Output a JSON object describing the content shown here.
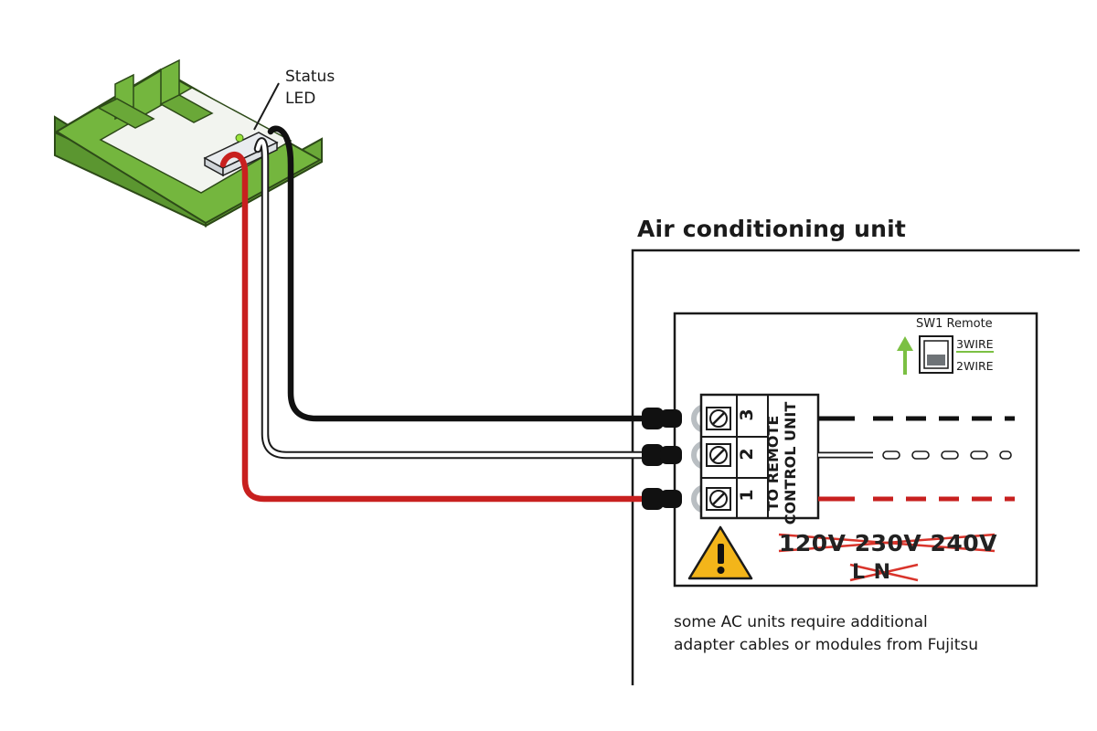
{
  "status_led": {
    "line1": "Status",
    "line2": "LED"
  },
  "ac_unit": {
    "title": "Air conditioning unit"
  },
  "switch": {
    "title": "SW1 Remote",
    "option_top": "3WIRE",
    "option_bottom": "2WIRE",
    "selected": "3WIRE"
  },
  "terminal_block": {
    "label_line1": "TO REMOTE",
    "label_line2": "CONTROL UNIT",
    "terminals": [
      "1",
      "2",
      "3"
    ]
  },
  "warning": {
    "voltages": "120V 230V 240V",
    "phases": "L N"
  },
  "note": {
    "line1": "some AC units require additional",
    "line2": "adapter cables or modules from Fujitsu"
  },
  "colors": {
    "device_green": "#74b63e",
    "wire_red": "#c8201f",
    "wire_black": "#111111",
    "wire_white": "#ffffff",
    "led_green": "#9be33a",
    "warning_yellow": "#f3b51a",
    "cross_red": "#d9342b",
    "switch_green": "#7bc043"
  }
}
